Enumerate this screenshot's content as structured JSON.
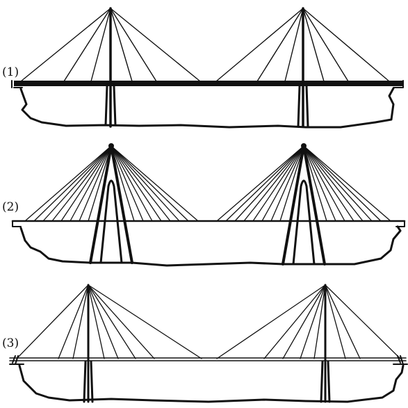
{
  "figure": {
    "labels": [
      "(1)",
      "(2)",
      "(3)"
    ]
  },
  "style": {
    "ink": "#111111",
    "background": "#ffffff"
  }
}
